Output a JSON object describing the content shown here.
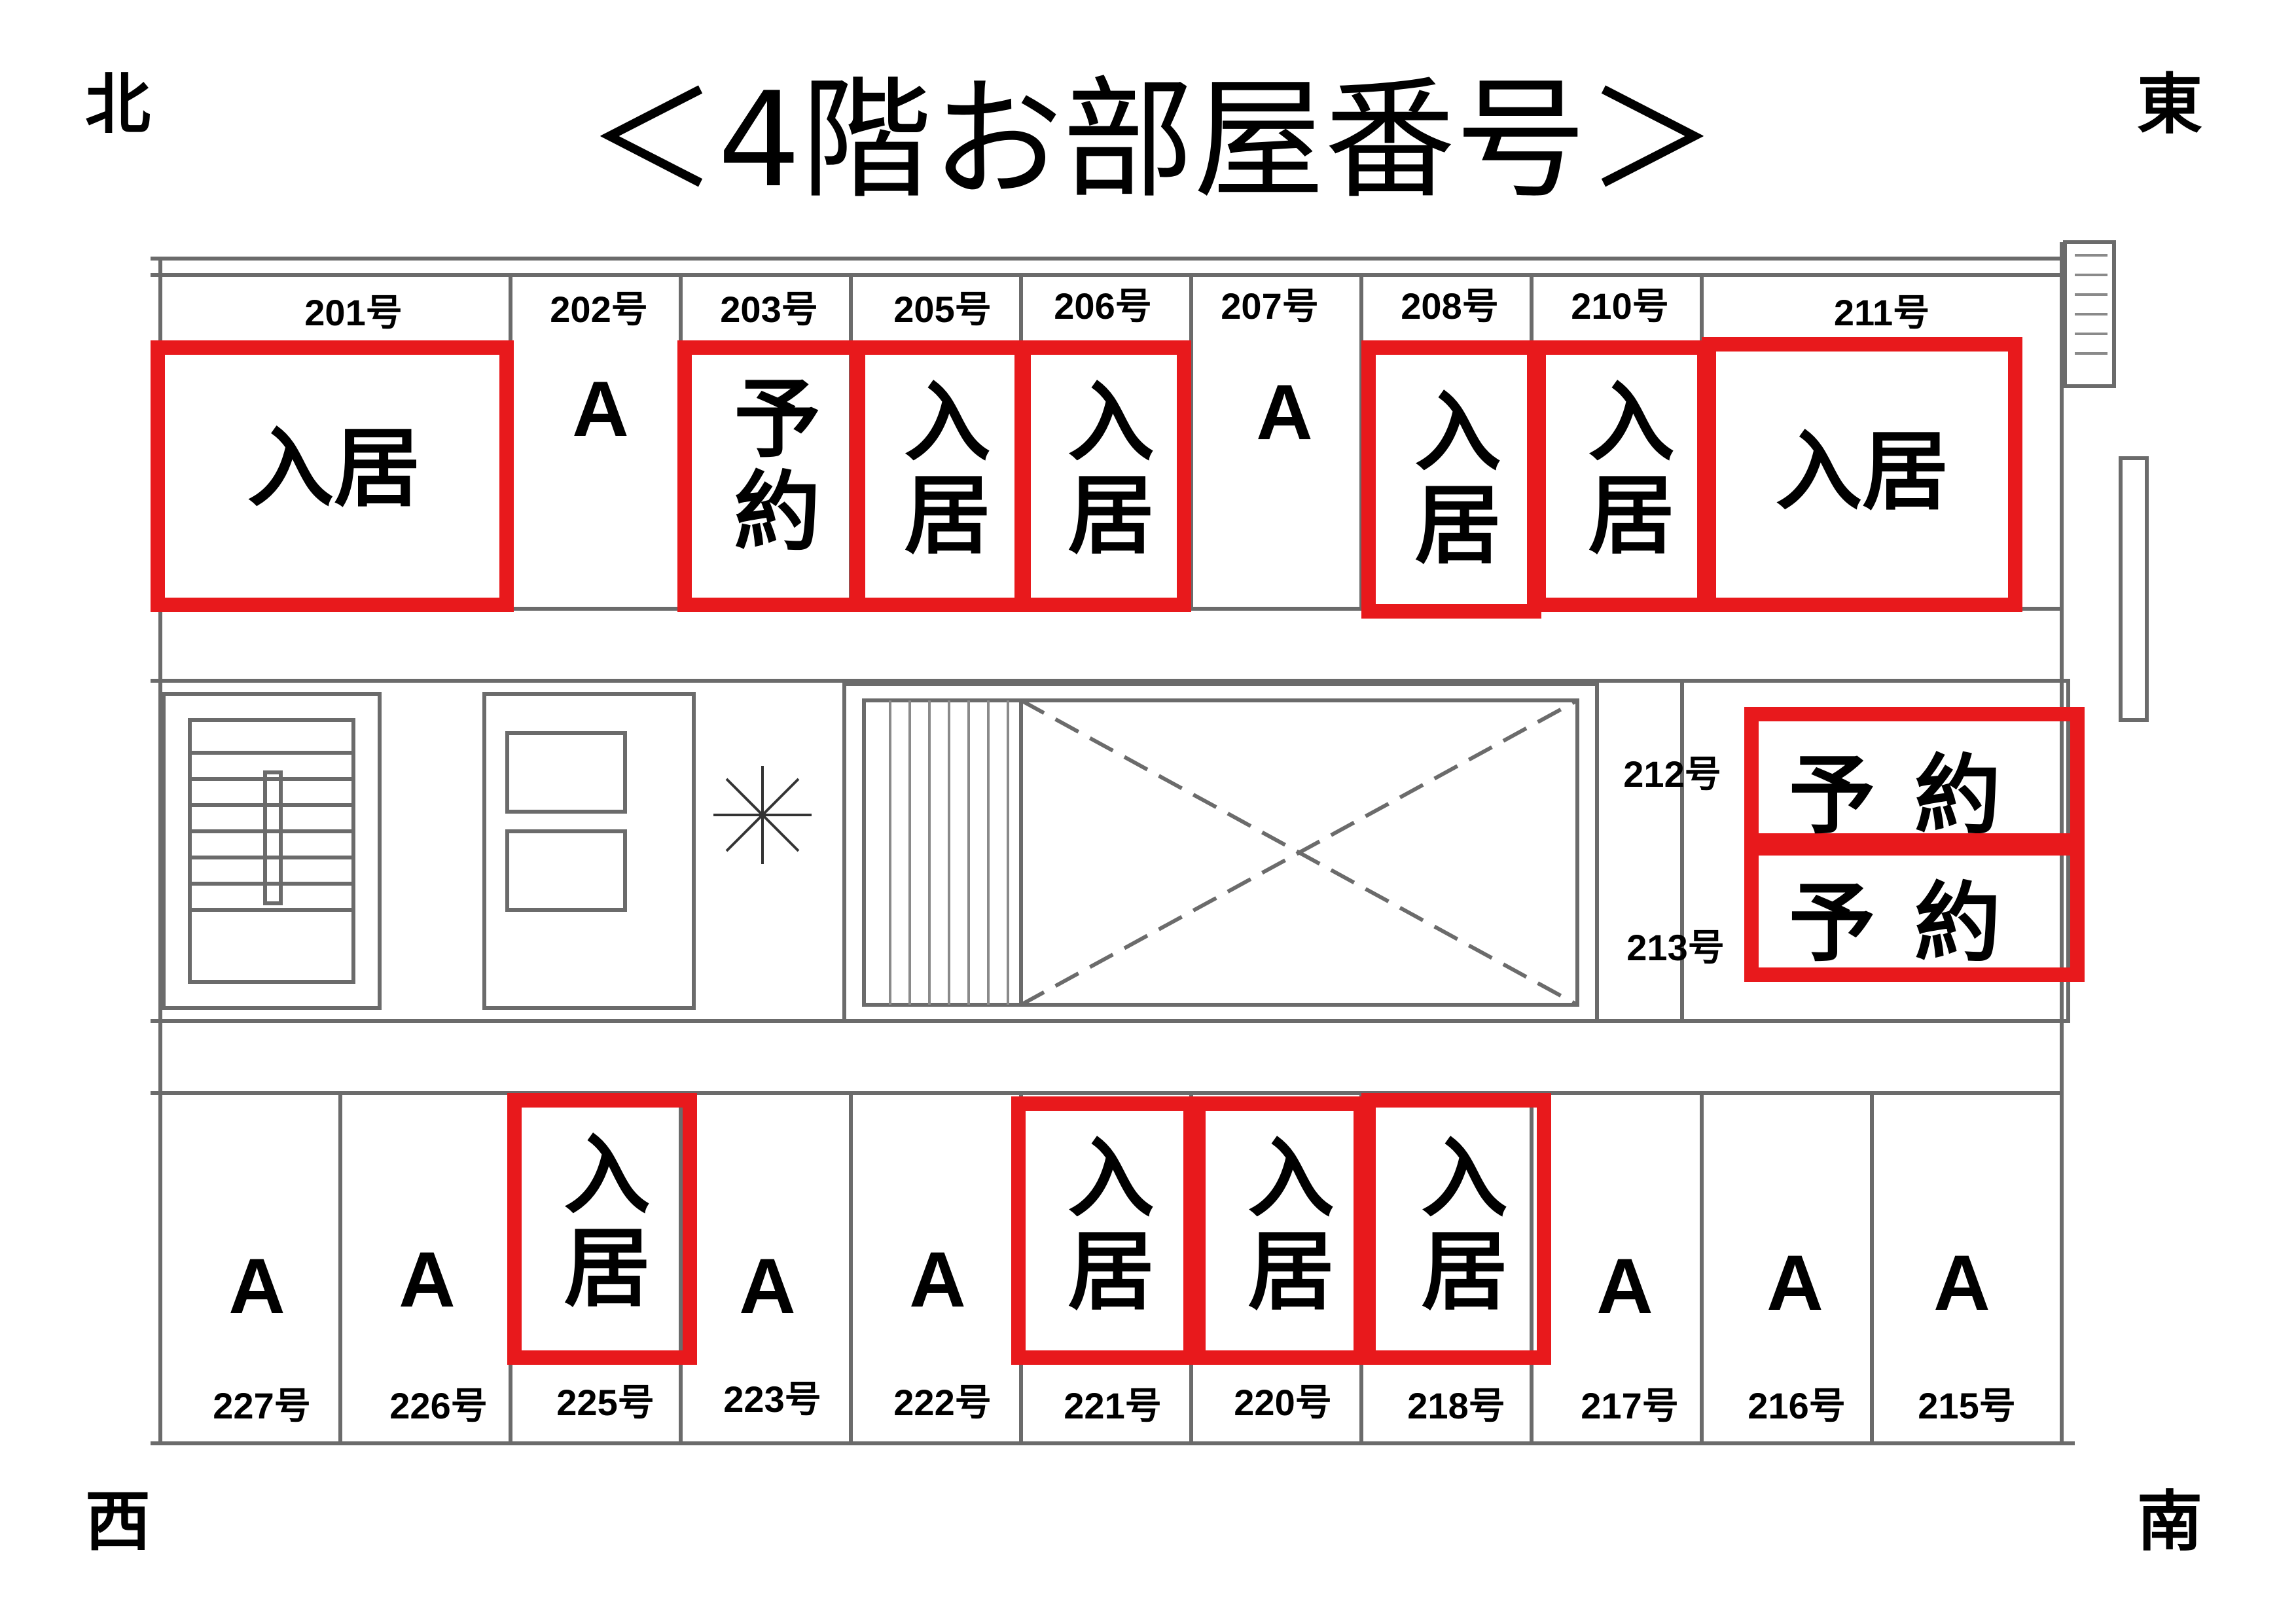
{
  "title": "＜4階お部屋番号＞",
  "directions": {
    "north": "北",
    "east": "東",
    "west": "西",
    "south": "南"
  },
  "status_labels": {
    "occupied": "入居",
    "reserved": "予約",
    "available": "A"
  },
  "colors": {
    "highlight": "#e8191c",
    "wall": "#6b6b6b",
    "text": "#000000"
  },
  "rooms_top": [
    {
      "number": "201号",
      "status": "入居"
    },
    {
      "number": "202号",
      "status": "A"
    },
    {
      "number": "203号",
      "status": "予約"
    },
    {
      "number": "205号",
      "status": "入居"
    },
    {
      "number": "206号",
      "status": "入居"
    },
    {
      "number": "207号",
      "status": "A"
    },
    {
      "number": "208号",
      "status": "入居"
    },
    {
      "number": "210号",
      "status": "入居"
    },
    {
      "number": "211号",
      "status": "入居"
    }
  ],
  "rooms_east": [
    {
      "number": "212号",
      "status": "予約"
    },
    {
      "number": "213号",
      "status": "予約"
    }
  ],
  "rooms_bottom": [
    {
      "number": "227号",
      "status": "A"
    },
    {
      "number": "226号",
      "status": "A"
    },
    {
      "number": "225号",
      "status": "入居"
    },
    {
      "number": "223号",
      "status": "A"
    },
    {
      "number": "222号",
      "status": "A"
    },
    {
      "number": "221号",
      "status": "入居"
    },
    {
      "number": "220号",
      "status": "入居"
    },
    {
      "number": "218号",
      "status": "入居"
    },
    {
      "number": "217号",
      "status": "A"
    },
    {
      "number": "216号",
      "status": "A"
    },
    {
      "number": "215号",
      "status": "A"
    }
  ]
}
